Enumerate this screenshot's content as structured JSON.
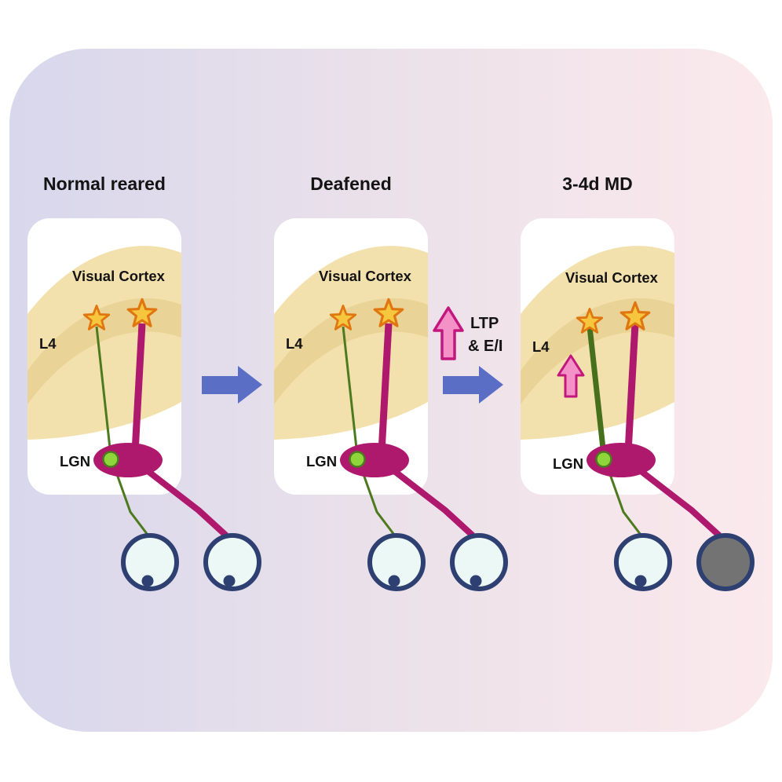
{
  "diagram": {
    "panels": [
      {
        "title": "Normal reared",
        "cortex_label": "Visual Cortex",
        "layer_label": "L4",
        "lgn_label": "LGN"
      },
      {
        "title": "Deafened",
        "cortex_label": "Visual Cortex",
        "layer_label": "L4",
        "lgn_label": "LGN"
      },
      {
        "title": "3-4d MD",
        "cortex_label": "Visual Cortex",
        "layer_label": "L4",
        "lgn_label": "LGN"
      }
    ],
    "annotation": {
      "line1": "LTP",
      "line2": "& E/I"
    },
    "colors": {
      "background_left": "#d8d7ec",
      "background_right": "#fbe9ec",
      "card": "#ffffff",
      "cortex_band": "#f3e1ad",
      "l4_stripe": "#ead396",
      "magenta": "#ae186d",
      "green_axon": "#4d7a1f",
      "green_relay": "#8fd63b",
      "star_fill": "#f6c63f",
      "star_stroke": "#e0760f",
      "eye_outline": "#2e3f72",
      "eye_fill": "#ecf8f6",
      "deprived_eye_fill": "#737373",
      "flow_arrow": "#5b6ec6",
      "up_arrow_fill": "#f491c6",
      "up_arrow_stroke": "#c2187e"
    }
  }
}
